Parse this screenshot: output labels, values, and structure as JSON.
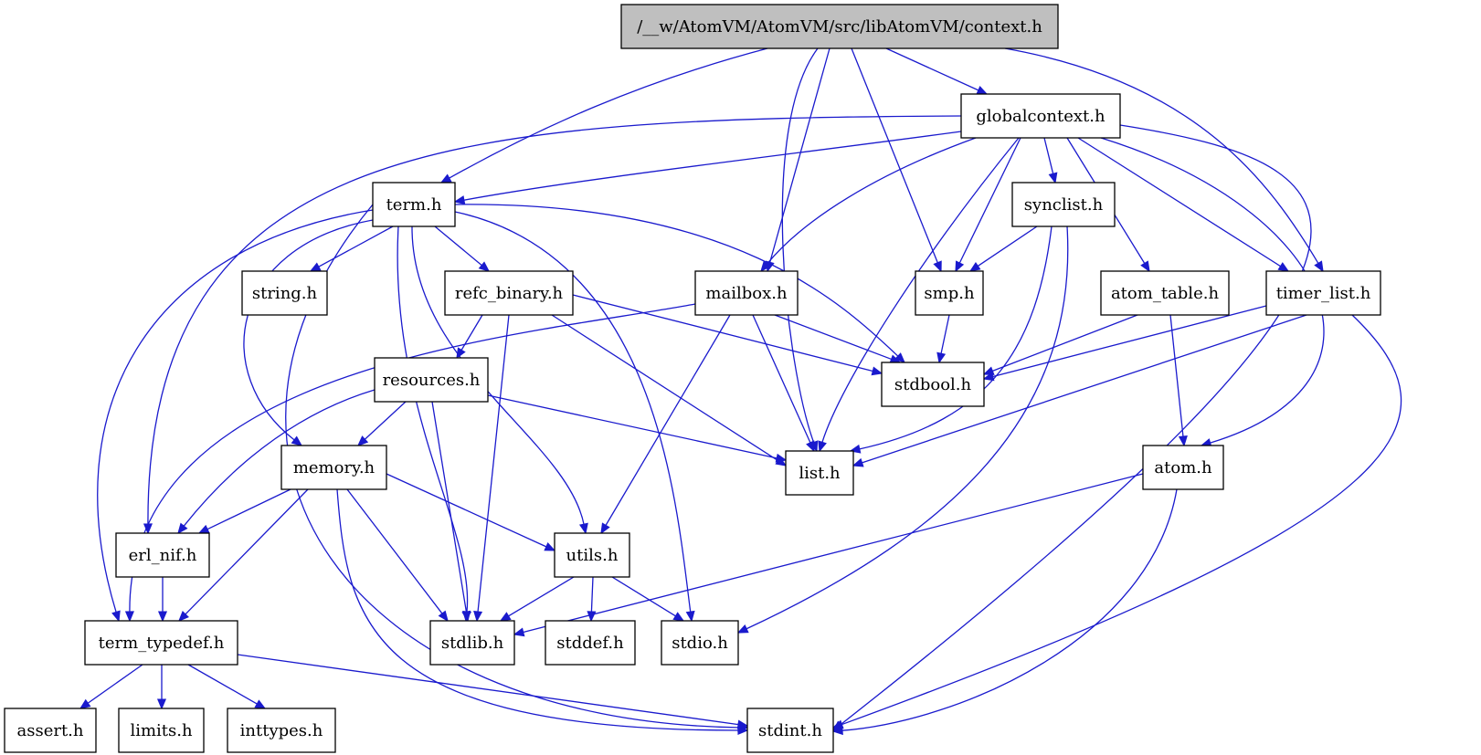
{
  "graph": {
    "root": "ctx",
    "edge_color": "#1a1acd",
    "root_fill": "#bfbfbf",
    "nodes": [
      {
        "id": "ctx",
        "label": "/__w/AtomVM/AtomVM/src/libAtomVM/context.h"
      },
      {
        "id": "gctx",
        "label": "globalcontext.h"
      },
      {
        "id": "term",
        "label": "term.h"
      },
      {
        "id": "synclist",
        "label": "synclist.h"
      },
      {
        "id": "string",
        "label": "string.h"
      },
      {
        "id": "refc",
        "label": "refc_binary.h"
      },
      {
        "id": "mailbox",
        "label": "mailbox.h"
      },
      {
        "id": "smp",
        "label": "smp.h"
      },
      {
        "id": "atomtable",
        "label": "atom_table.h"
      },
      {
        "id": "timerlist",
        "label": "timer_list.h"
      },
      {
        "id": "resources",
        "label": "resources.h"
      },
      {
        "id": "stdbool",
        "label": "stdbool.h"
      },
      {
        "id": "memory",
        "label": "memory.h"
      },
      {
        "id": "list",
        "label": "list.h"
      },
      {
        "id": "atom",
        "label": "atom.h"
      },
      {
        "id": "erlnif",
        "label": "erl_nif.h"
      },
      {
        "id": "utils",
        "label": "utils.h"
      },
      {
        "id": "termtypedef",
        "label": "term_typedef.h"
      },
      {
        "id": "stdlib",
        "label": "stdlib.h"
      },
      {
        "id": "stddef",
        "label": "stddef.h"
      },
      {
        "id": "stdio",
        "label": "stdio.h"
      },
      {
        "id": "assert",
        "label": "assert.h"
      },
      {
        "id": "limits",
        "label": "limits.h"
      },
      {
        "id": "inttypes",
        "label": "inttypes.h"
      },
      {
        "id": "stdint",
        "label": "stdint.h"
      }
    ],
    "edges": [
      [
        "ctx",
        "gctx"
      ],
      [
        "ctx",
        "term"
      ],
      [
        "ctx",
        "list"
      ],
      [
        "ctx",
        "mailbox"
      ],
      [
        "ctx",
        "smp"
      ],
      [
        "ctx",
        "timerlist"
      ],
      [
        "gctx",
        "term"
      ],
      [
        "gctx",
        "erlnif"
      ],
      [
        "gctx",
        "list"
      ],
      [
        "gctx",
        "mailbox"
      ],
      [
        "gctx",
        "smp"
      ],
      [
        "gctx",
        "synclist"
      ],
      [
        "gctx",
        "atomtable"
      ],
      [
        "gctx",
        "timerlist"
      ],
      [
        "gctx",
        "atom"
      ],
      [
        "gctx",
        "stdint"
      ],
      [
        "term",
        "string"
      ],
      [
        "term",
        "refc"
      ],
      [
        "term",
        "stdbool"
      ],
      [
        "term",
        "memory"
      ],
      [
        "term",
        "utils"
      ],
      [
        "term",
        "stdlib"
      ],
      [
        "term",
        "stdio"
      ],
      [
        "term",
        "termtypedef"
      ],
      [
        "term",
        "stdint"
      ],
      [
        "synclist",
        "smp"
      ],
      [
        "synclist",
        "list"
      ],
      [
        "synclist",
        "stdio"
      ],
      [
        "refc",
        "resources"
      ],
      [
        "refc",
        "stdbool"
      ],
      [
        "refc",
        "list"
      ],
      [
        "refc",
        "stdlib"
      ],
      [
        "mailbox",
        "stdbool"
      ],
      [
        "mailbox",
        "list"
      ],
      [
        "mailbox",
        "utils"
      ],
      [
        "mailbox",
        "termtypedef"
      ],
      [
        "smp",
        "stdbool"
      ],
      [
        "atomtable",
        "stdbool"
      ],
      [
        "atomtable",
        "atom"
      ],
      [
        "timerlist",
        "stdbool"
      ],
      [
        "timerlist",
        "list"
      ],
      [
        "timerlist",
        "stdint"
      ],
      [
        "resources",
        "memory"
      ],
      [
        "resources",
        "list"
      ],
      [
        "resources",
        "erlnif"
      ],
      [
        "resources",
        "stdlib"
      ],
      [
        "memory",
        "erlnif"
      ],
      [
        "memory",
        "utils"
      ],
      [
        "memory",
        "termtypedef"
      ],
      [
        "memory",
        "stdlib"
      ],
      [
        "memory",
        "stdint"
      ],
      [
        "atom",
        "stdlib"
      ],
      [
        "atom",
        "stdint"
      ],
      [
        "erlnif",
        "termtypedef"
      ],
      [
        "utils",
        "stdlib"
      ],
      [
        "utils",
        "stddef"
      ],
      [
        "utils",
        "stdio"
      ],
      [
        "termtypedef",
        "assert"
      ],
      [
        "termtypedef",
        "limits"
      ],
      [
        "termtypedef",
        "inttypes"
      ],
      [
        "termtypedef",
        "stdint"
      ]
    ]
  }
}
